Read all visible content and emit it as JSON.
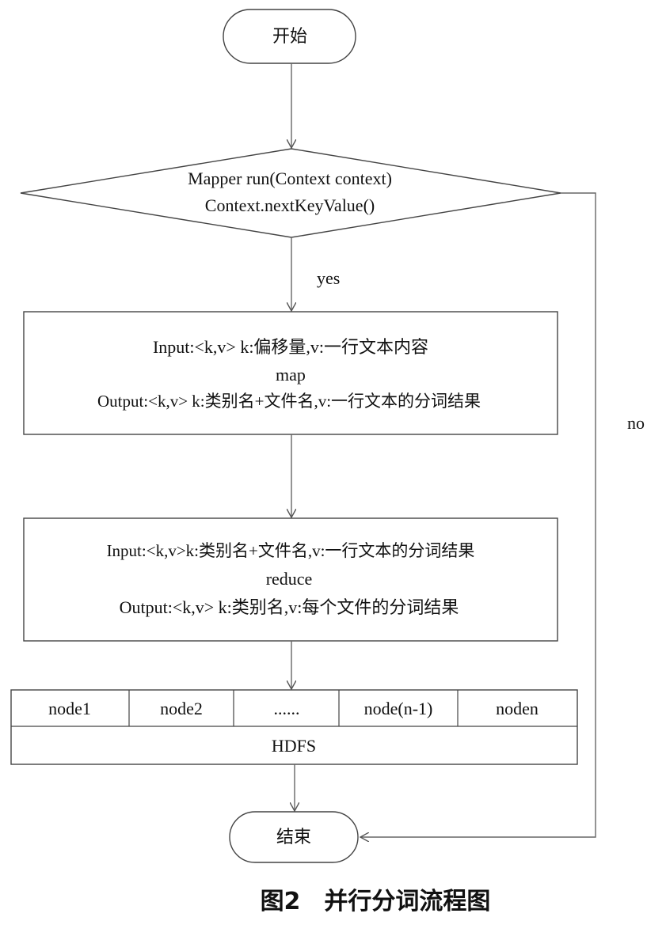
{
  "start": {
    "label": "开始"
  },
  "decision": {
    "line1": "Mapper run(Context context)",
    "line2": "Context.nextKeyValue()"
  },
  "branch_yes": "yes",
  "branch_no": "no",
  "map_box": {
    "line1": "Input:<k,v> k:偏移量,v:一行文本内容",
    "line2": "map",
    "line3": "Output:<k,v> k:类别名+文件名,v:一行文本的分词结果"
  },
  "reduce_box": {
    "line1": "Input:<k,v>k:类别名+文件名,v:一行文本的分词结果",
    "line2": "reduce",
    "line3": "Output:<k,v> k:类别名,v:每个文件的分词结果"
  },
  "hdfs": {
    "nodes": [
      "node1",
      "node2",
      "......",
      "node(n-1)",
      "noden"
    ],
    "label": "HDFS"
  },
  "end": {
    "label": "结束"
  },
  "caption": "图2　并行分词流程图"
}
